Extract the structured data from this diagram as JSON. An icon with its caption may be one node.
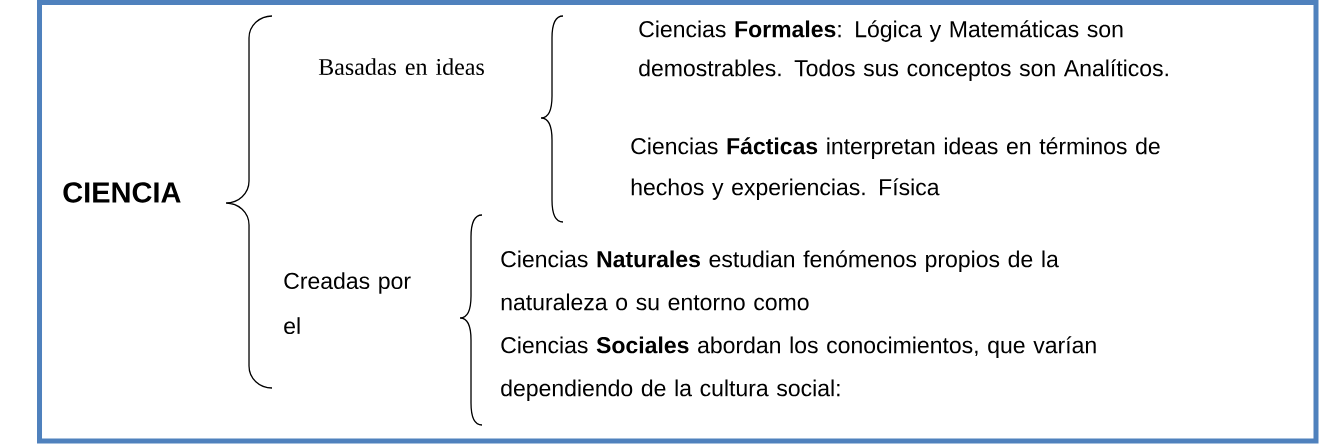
{
  "diagram": {
    "labels": [
      "CIENCIA",
      "Basadas en ideas",
      "Ciencias **Formales**: Lógica y Matemáticas son demostrables. Todos sus conceptos son Analíticos.",
      "Ciencias **Fácticas** interpretan ideas en términos de hechos y experiencias. Física",
      "Creadas por el",
      "Ciencias **Naturales** estudian fenómenos propios de la naturaleza o su entorno como",
      "Ciencias **Sociales**  abordan los conocimientos, que varían dependiendo de la cultura social:"
    ]
  }
}
